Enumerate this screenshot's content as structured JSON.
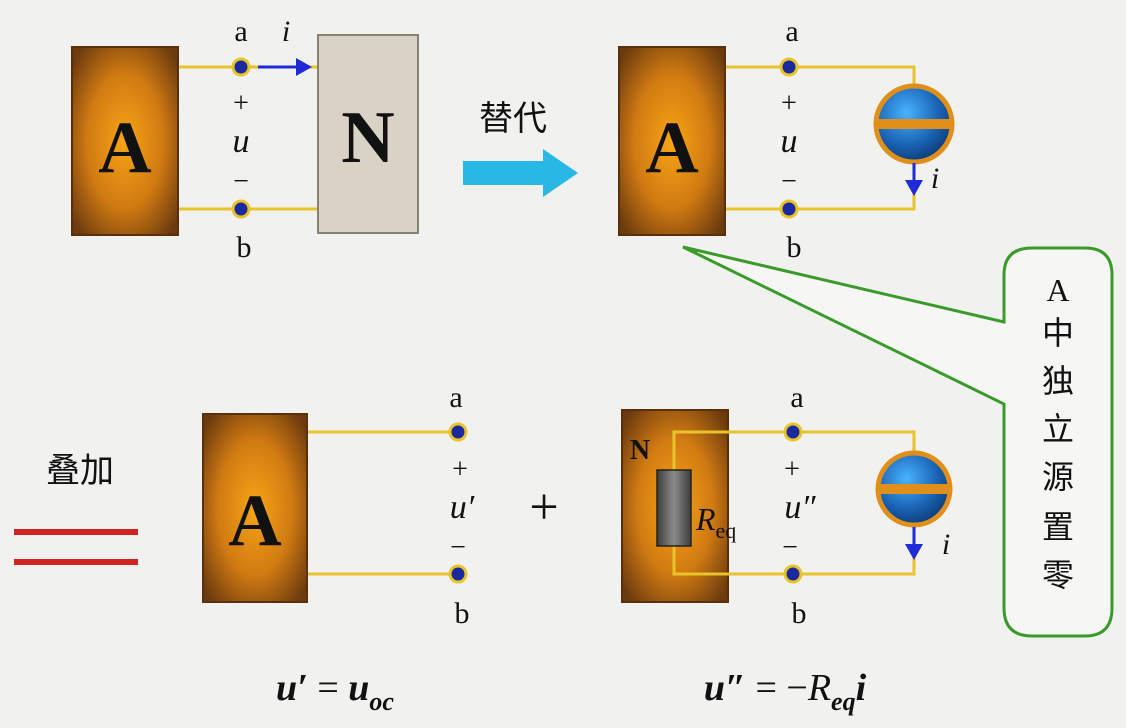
{
  "top_left": {
    "block_a": "A",
    "block_n": "N",
    "terminal_a": "a",
    "terminal_b": "b",
    "plus": "+",
    "minus": "−",
    "voltage": "u",
    "current": "i"
  },
  "replace_label": "替代",
  "top_right": {
    "block_a": "A",
    "terminal_a": "a",
    "terminal_b": "b",
    "plus": "+",
    "minus": "−",
    "voltage": "u",
    "current": "i"
  },
  "callout": {
    "chars": [
      "A",
      "中",
      "独",
      "立",
      "源",
      "置",
      "零"
    ]
  },
  "superposition_label": "叠加",
  "plus_operator": "+",
  "bottom_left": {
    "block_a": "A",
    "terminal_a": "a",
    "terminal_b": "b",
    "plus": "+",
    "minus": "−",
    "voltage": "u′",
    "equation": {
      "lhs": "u′",
      "eq": " = ",
      "rhs_var": "u",
      "rhs_sub": "oc"
    }
  },
  "bottom_right": {
    "block_n": "N",
    "resistor_var": "R",
    "resistor_sub": "eq",
    "terminal_a": "a",
    "terminal_b": "b",
    "plus": "+",
    "minus": "−",
    "voltage": "u″",
    "current": "i",
    "equation": {
      "lhs": "u″",
      "eq": " = −",
      "r_var": "R",
      "r_sub": "eq",
      "i_var": "i"
    }
  },
  "colors": {
    "wire": "#e8c42a",
    "block_dark": "#6b3a0e",
    "block_light": "#f0960f",
    "n_block": "#d9d3c5",
    "arrow_blue": "#1f2bd6",
    "replace_arrow": "#29b7e3",
    "callout_border": "#3a9a2a",
    "equals_red": "#d22323",
    "source_blue": "#1b6fb8"
  }
}
